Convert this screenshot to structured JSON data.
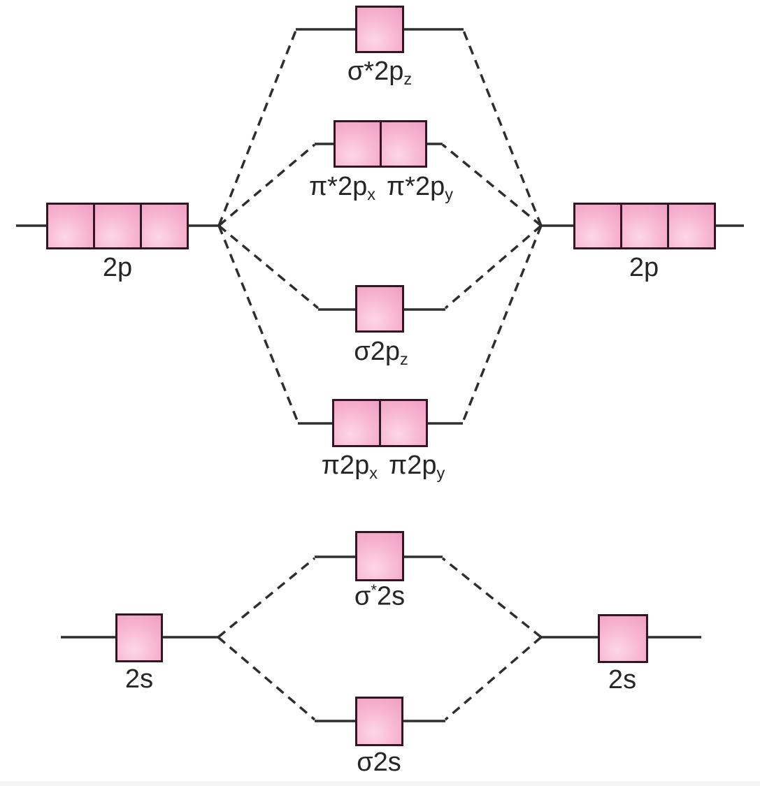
{
  "colors": {
    "background": "#ffffff",
    "line": "#2e2e2e",
    "text": "#262626",
    "box_border": "#331623",
    "box_fill_light": "#fdd7e5",
    "box_fill_mid": "#f7b4d0",
    "box_fill_deep": "#f09fc3",
    "bottom_strip": "#f5f5f5"
  },
  "structure": {
    "p_atomic_orbital_cells": 3,
    "s_atomic_orbital_cells": 1,
    "pi_star_pair_cells": 2,
    "pi_pair_cells": 2
  },
  "labels": {
    "sigma_star_2pz": {
      "base": "σ*2p",
      "sub": "z"
    },
    "pi_star_2px": {
      "base": "π*2p",
      "sub": "x"
    },
    "pi_star_2py": {
      "base": "π*2p",
      "sub": "y"
    },
    "left_2p": "2p",
    "right_2p": "2p",
    "sigma_2pz": {
      "base": "σ2p",
      "sub": "z"
    },
    "pi_2px": {
      "base": "π2p",
      "sub": "x"
    },
    "pi_2py": {
      "base": "π2p",
      "sub": "y"
    },
    "sigma_star_2s": {
      "sigma": "σ",
      "star": "*",
      "rest": "2s"
    },
    "left_2s": "2s",
    "right_2s": "2s",
    "sigma_2s": "σ2s"
  }
}
